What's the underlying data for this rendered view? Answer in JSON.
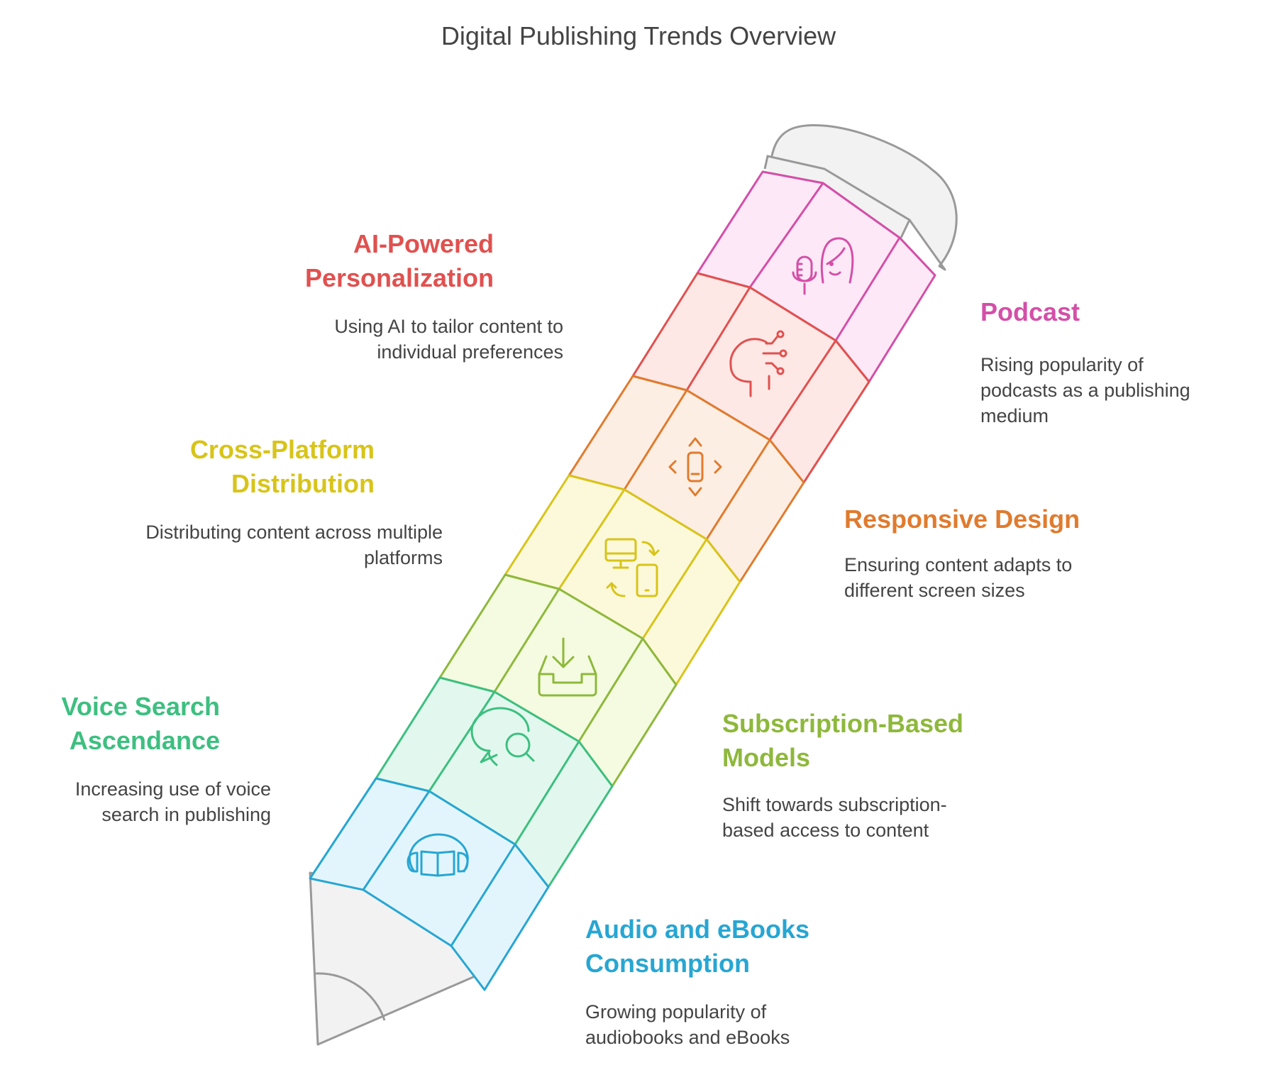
{
  "title": "Digital Publishing Trends Overview",
  "colors": {
    "podcast": "#d44fa8",
    "ai": "#e0514f",
    "responsive": "#e07b2e",
    "cross": "#d8c41a",
    "subscription": "#8eb83c",
    "voice": "#3dbf80",
    "audio": "#27a6d3",
    "outline": "#999999"
  },
  "items": [
    {
      "id": "podcast",
      "title": "Podcast",
      "description": "Rising popularity of podcasts as a publishing medium",
      "icon": "podcast-microphone-person-icon"
    },
    {
      "id": "ai",
      "title": "AI-Powered Personalization",
      "description": "Using AI to tailor content to individual preferences",
      "icon": "ai-head-circuit-icon"
    },
    {
      "id": "responsive",
      "title": "Responsive Design",
      "description": "Ensuring content adapts to different screen sizes",
      "icon": "responsive-resize-device-icon"
    },
    {
      "id": "cross",
      "title": "Cross-Platform Distribution",
      "description": "Distributing content across multiple platforms",
      "icon": "desktop-mobile-sync-icon"
    },
    {
      "id": "subscription",
      "title": "Subscription-Based Models",
      "description": "Shift towards subscription-based access to content",
      "icon": "inbox-download-icon"
    },
    {
      "id": "voice",
      "title": "Voice Search Ascendance",
      "description": "Increasing use of voice search in publishing",
      "icon": "chat-search-icon"
    },
    {
      "id": "audio",
      "title": "Audio and eBooks Consumption",
      "description": "Growing popularity of audiobooks and eBooks",
      "icon": "headphones-book-icon"
    }
  ]
}
